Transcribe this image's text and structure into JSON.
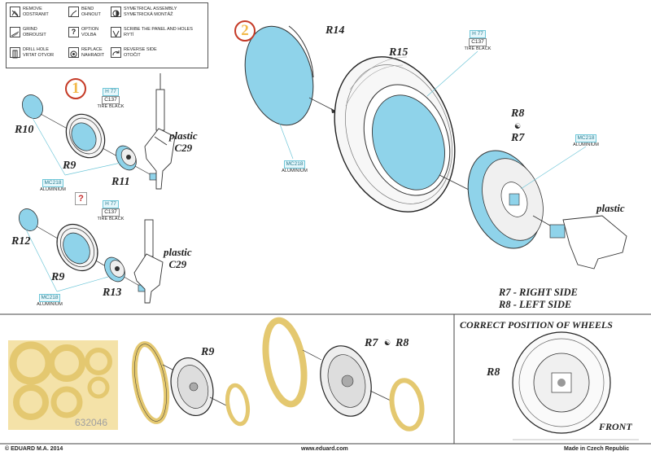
{
  "legend": [
    {
      "icon": "remove-icon",
      "lines": [
        "REMOVE",
        "ODSTRANIT"
      ]
    },
    {
      "icon": "bend-icon",
      "lines": [
        "BEND",
        "OHNOUT"
      ]
    },
    {
      "icon": "symmetrical-assembly-icon",
      "lines": [
        "SYMETRICAL ASSEMBLY",
        "SYMETRICKÁ MONTÁŽ"
      ]
    },
    {
      "icon": "grind-icon",
      "lines": [
        "GRIND",
        "OBROUSIT"
      ]
    },
    {
      "icon": "option-icon",
      "lines": [
        "OPTION",
        "VOLBA"
      ]
    },
    {
      "icon": "scribe-icon",
      "lines": [
        "SCRIBE THE PANEL AND HOLES",
        "RYTÍ"
      ]
    },
    {
      "icon": "drill-hole-icon",
      "lines": [
        "DRILL HOLE",
        "VRTAT OTVOR"
      ]
    },
    {
      "icon": "replace-icon",
      "lines": [
        "REPLACE",
        "NAHRADIT"
      ]
    },
    {
      "icon": "reverse-side-icon",
      "lines": [
        "REVERSE SIDE",
        "OTOČIT"
      ]
    }
  ],
  "steps": {
    "step1": "1",
    "step2": "2",
    "option_mark": "?"
  },
  "parts": {
    "r10": "R10",
    "r9": "R9",
    "r11": "R11",
    "r12": "R12",
    "r13": "R13",
    "r14": "R14",
    "r15": "R15",
    "r8": "R8",
    "r7": "R7",
    "r9_mask": "R9",
    "r7_mask": "R7",
    "r8_mask": "R8",
    "r8_correct": "R8"
  },
  "plastic": {
    "c29_label": "plastic",
    "c29_code": "C29",
    "plastic_only": "plastic"
  },
  "colors": {
    "h77": "H 77",
    "c137": "C137",
    "tire_black": "TIRE BLACK",
    "mc218": "MC218",
    "aluminium": "ALUMINIUM",
    "aluminium_color": "#8fd3ea",
    "mask_color": "#f4e2a8",
    "accent_red": "#c53a26"
  },
  "sides": {
    "right": "R7 - RIGHT SIDE",
    "left": "R8 - LEFT SIDE"
  },
  "correct_position": {
    "title": "CORRECT POSITION OF WHEELS",
    "front": "FRONT"
  },
  "mask_code": "632046",
  "footer": {
    "left": "© EDUARD  M.A. 2014",
    "center": "www.eduard.com",
    "right": "Made in Czech Republic"
  }
}
